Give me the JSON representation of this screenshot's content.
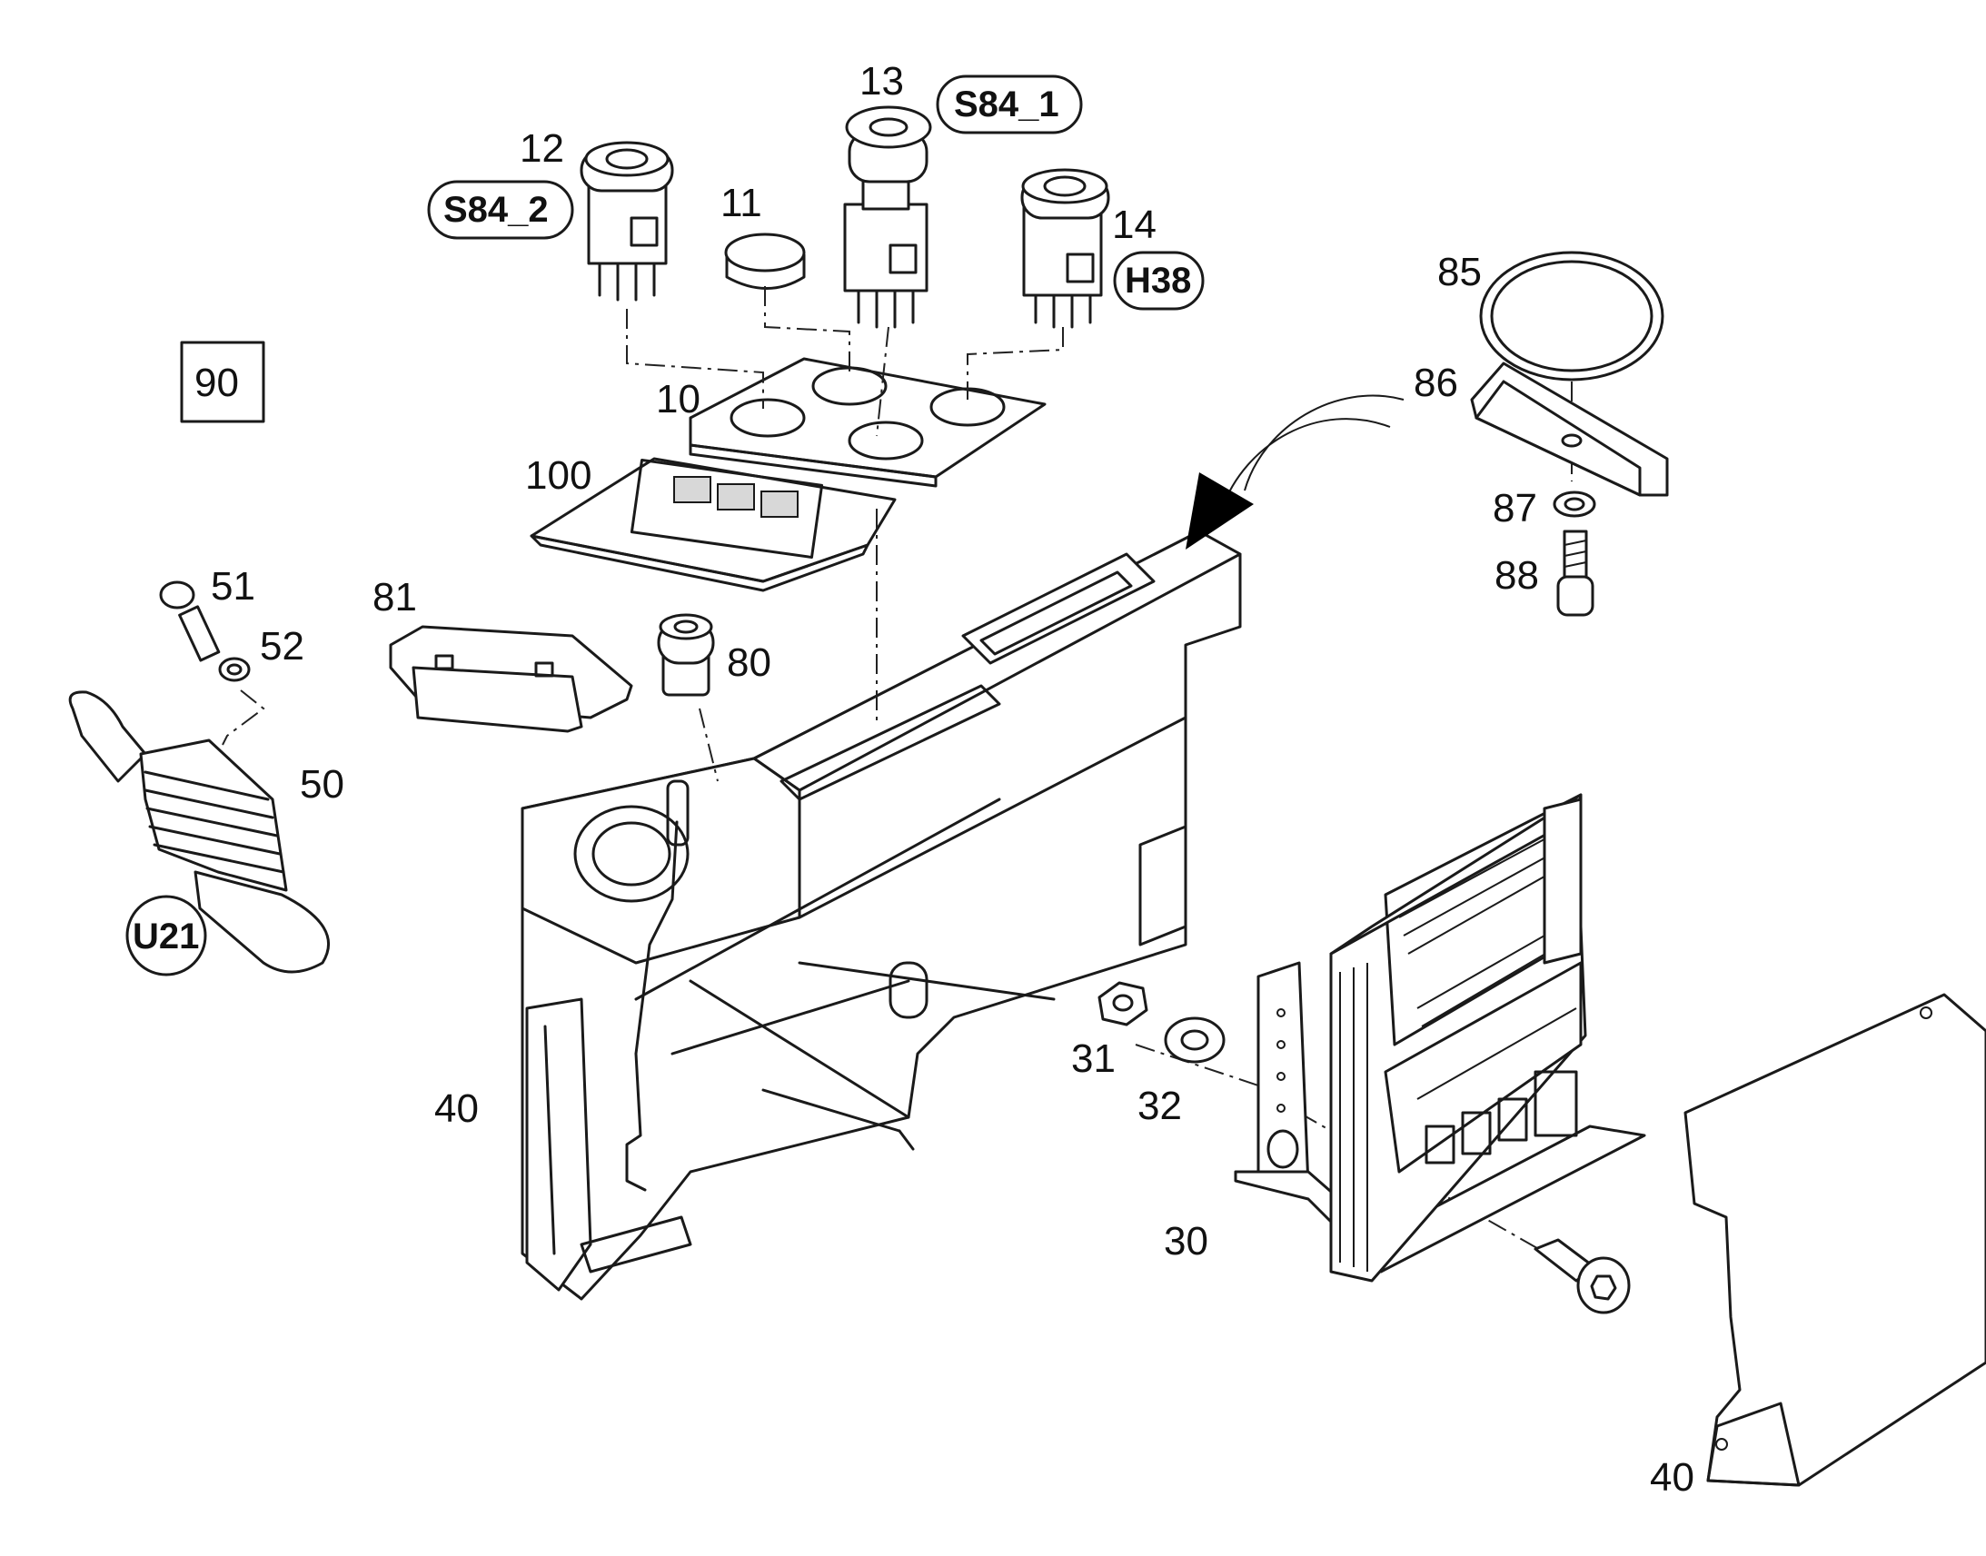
{
  "callouts": {
    "p10": "10",
    "p11": "11",
    "p12": "12",
    "p13": "13",
    "p14": "14",
    "p30": "30",
    "p31": "31",
    "p32": "32",
    "p40a": "40",
    "p40b": "40",
    "p50": "50",
    "p51": "51",
    "p52": "52",
    "p80": "80",
    "p81": "81",
    "p85": "85",
    "p86": "86",
    "p87": "87",
    "p88": "88",
    "p90": "90",
    "p100": "100"
  },
  "tags": {
    "s84_1": "S84_1",
    "s84_2": "S84_2",
    "h38": "H38",
    "u21": "U21"
  }
}
